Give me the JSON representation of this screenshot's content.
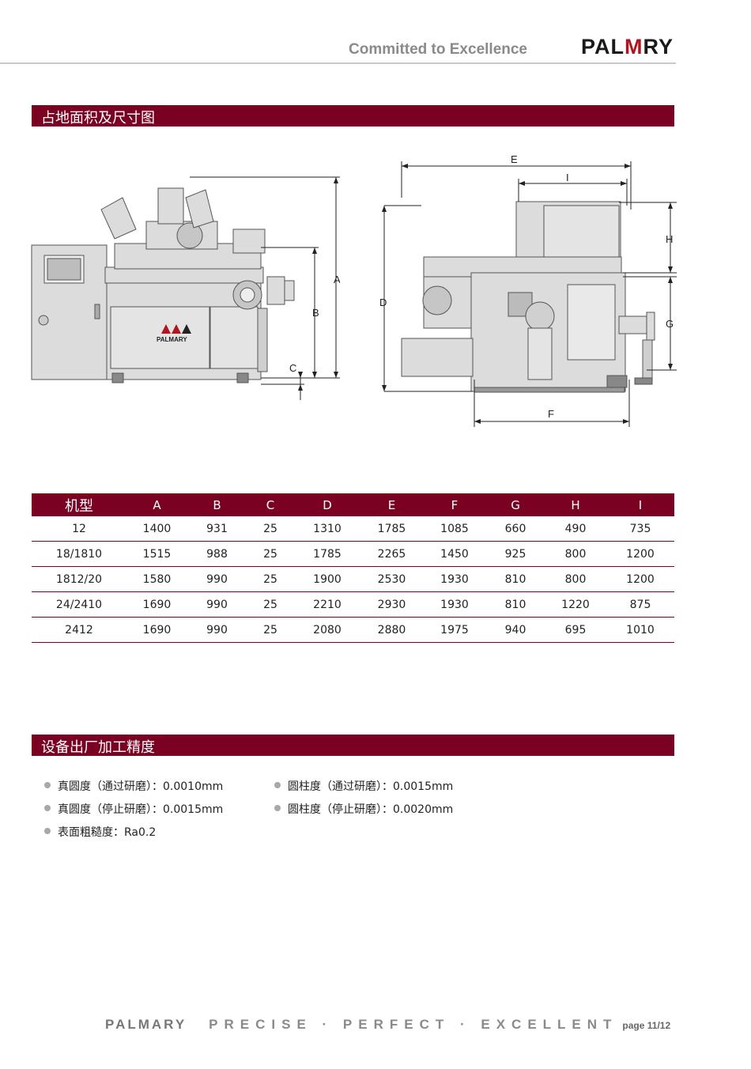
{
  "header": {
    "tagline": "Committed to Excellence",
    "brand_pre": "PAL",
    "brand_m": "M",
    "brand_post": "RY"
  },
  "section1": {
    "title": "占地面积及尺寸图"
  },
  "drawing": {
    "front_brand": "PALMARY",
    "labels": {
      "A": "A",
      "B": "B",
      "C": "C",
      "D": "D",
      "E": "E",
      "F": "F",
      "G": "G",
      "H": "H",
      "I": "I"
    }
  },
  "table": {
    "headers": [
      "机型",
      "A",
      "B",
      "C",
      "D",
      "E",
      "F",
      "G",
      "H",
      "I"
    ],
    "rows": [
      [
        "12",
        "1400",
        "931",
        "25",
        "1310",
        "1785",
        "1085",
        "660",
        "490",
        "735"
      ],
      [
        "18/1810",
        "1515",
        "988",
        "25",
        "1785",
        "2265",
        "1450",
        "925",
        "800",
        "1200"
      ],
      [
        "1812/20",
        "1580",
        "990",
        "25",
        "1900",
        "2530",
        "1930",
        "810",
        "800",
        "1200"
      ],
      [
        "24/2410",
        "1690",
        "990",
        "25",
        "2210",
        "2930",
        "1930",
        "810",
        "1220",
        "875"
      ],
      [
        "2412",
        "1690",
        "990",
        "25",
        "2080",
        "2880",
        "1975",
        "940",
        "695",
        "1010"
      ]
    ]
  },
  "section2": {
    "title": "设备出厂加工精度"
  },
  "precision": {
    "items": [
      "真圆度（通过研磨）：0.0010mm",
      "圆柱度（通过研磨）：0.0015mm",
      "真圆度（停止研磨）：0.0015mm",
      "圆柱度（停止研磨）：0.0020mm",
      "表面粗糙度：Ra0.2"
    ]
  },
  "footer": {
    "brand": "PALMARY",
    "motto": "PRECISE · PERFECT · EXCELLENT",
    "page": "page 11/12"
  },
  "colors": {
    "accent": "#7b0123",
    "brand_red": "#b0141e",
    "gray_text": "#8a8a8a"
  }
}
